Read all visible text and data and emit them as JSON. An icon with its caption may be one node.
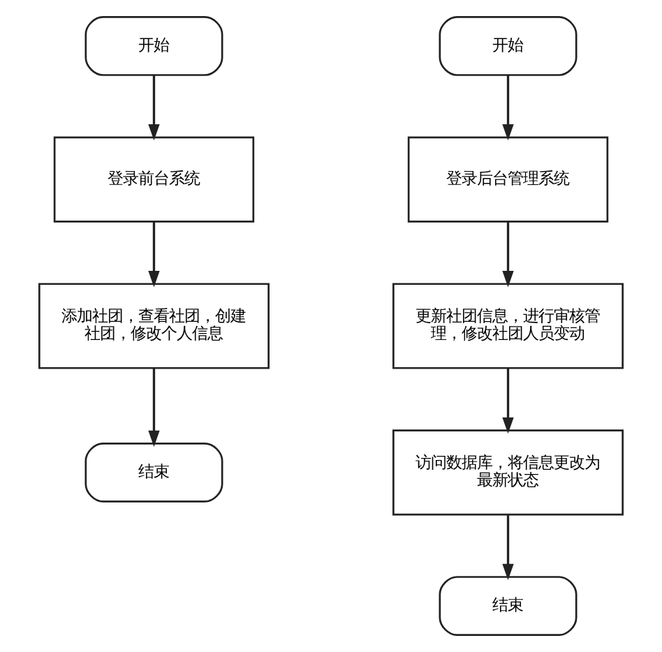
{
  "diagram": {
    "nodes": [
      {
        "text": [
          "开始"
        ]
      },
      {
        "text": [
          "登录前台系统"
        ]
      },
      {
        "text": [
          "添加社团，查看社团，创建社团，修改个人信息"
        ]
      },
      {
        "text": [
          "结束"
        ]
      },
      {
        "text": [
          "开始"
        ]
      },
      {
        "text": [
          "登录后台管理系统"
        ]
      },
      {
        "text": [
          "更新社团信息，进行审核管理，修改社团人员变动"
        ]
      },
      {
        "text": [
          "访问数据库，将信息更改为最新状态"
        ]
      },
      {
        "text": [
          "结束"
        ]
      }
    ],
    "edges": [
      {
        "from": 0,
        "to": 1,
        "arrow": "to"
      },
      {
        "from": 1,
        "to": 2,
        "arrow": "to"
      },
      {
        "from": 2,
        "to": 3,
        "arrow": "to"
      },
      {
        "from": 4,
        "to": 5,
        "arrow": "to"
      },
      {
        "from": 5,
        "to": 6,
        "arrow": "to"
      },
      {
        "from": 6,
        "to": 7,
        "arrow": "to"
      },
      {
        "from": 7,
        "to": 8,
        "arrow": "to"
      }
    ]
  }
}
